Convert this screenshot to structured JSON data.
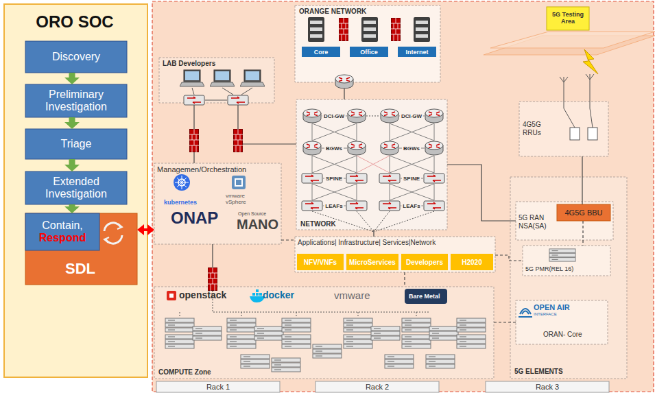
{
  "diagram": {
    "nodes": [
      {
        "text": [
          "ORO SOC"
        ]
      },
      {
        "text": [
          "Discovery"
        ],
        "in": 0
      },
      {
        "text": [
          "Preliminary Investigation"
        ],
        "in": 0
      },
      {
        "text": [
          "Triage"
        ],
        "in": 0
      },
      {
        "text": [
          "Extended Investigation"
        ],
        "in": 0
      },
      {
        "text": [
          "SDL"
        ],
        "in": 0
      },
      {
        "text": [
          "Contain,",
          "Respond"
        ],
        "in": 5
      },
      {
        "text": [
          "ORANGE NETWORK"
        ]
      },
      {
        "text": [
          "Core"
        ],
        "in": 7
      },
      {
        "text": [
          "Office"
        ],
        "in": 7
      },
      {
        "text": [
          "Internet"
        ],
        "in": 7
      },
      {
        "text": [
          "LAB Developers"
        ]
      },
      {
        "text": [
          "Managemen/Orchestration",
          "kubernetes",
          "vmware vSphere",
          "ONAP",
          "Open Source",
          "MANO"
        ]
      },
      {
        "text": [
          "NETWORK"
        ]
      },
      {
        "text": [
          "Applications| Infrastructure| Services|Network"
        ]
      },
      {
        "text": [
          "NFV/VNFs"
        ],
        "in": 14
      },
      {
        "text": [
          "MicroServices"
        ],
        "in": 14
      },
      {
        "text": [
          "Developers"
        ],
        "in": 14
      },
      {
        "text": [
          "H2020"
        ],
        "in": 14
      },
      {
        "text": [
          "COMPUTE Zone",
          "openstack",
          "docker",
          "vmware",
          "Bare Metal"
        ]
      },
      {
        "text": [
          "5G Testing Area"
        ]
      },
      {
        "text": [
          "4G5G RRUs"
        ]
      },
      {
        "text": [
          "5G ELEMENTS"
        ]
      },
      {
        "text": [
          "5G RAN NSA(SA)"
        ],
        "in": 22
      },
      {
        "text": [
          "4G5G BBU"
        ],
        "in": 23
      },
      {
        "text": [
          "5G PMR(REL 16)"
        ],
        "in": 22
      },
      {
        "text": [
          "OPEN AIR",
          "INTERFACE",
          "ORAN- Core"
        ],
        "in": 22
      },
      {
        "text": [
          "Rack 1"
        ]
      },
      {
        "text": [
          "Rack 2"
        ]
      },
      {
        "text": [
          "Rack 3"
        ]
      }
    ],
    "edges": [
      {
        "from": 1,
        "to": 2,
        "arrow": "to"
      },
      {
        "from": 2,
        "to": 3,
        "arrow": "to"
      },
      {
        "from": 3,
        "to": 4,
        "arrow": "to"
      },
      {
        "from": 4,
        "to": 6,
        "arrow": "to"
      },
      {
        "from": 5,
        "to": 12,
        "arrow": "both"
      },
      {
        "from": 11,
        "to": 12,
        "arrow": "none"
      },
      {
        "from": 11,
        "to": 13,
        "arrow": "none"
      },
      {
        "from": 7,
        "to": 13,
        "arrow": "none"
      },
      {
        "from": 13,
        "to": 14,
        "arrow": "none"
      },
      {
        "from": 12,
        "to": 14,
        "arrow": "none"
      },
      {
        "from": 12,
        "to": 19,
        "arrow": "none"
      },
      {
        "from": 14,
        "to": 19,
        "arrow": "none"
      },
      {
        "from": 13,
        "to": 23,
        "arrow": "none"
      },
      {
        "from": 21,
        "to": 24,
        "arrow": "none"
      },
      {
        "from": 24,
        "to": 25,
        "arrow": "none"
      },
      {
        "from": 14,
        "to": 25,
        "arrow": "none"
      },
      {
        "from": 19,
        "to": 26,
        "arrow": "none"
      }
    ],
    "labels": [
      "DCI-GW",
      "DCI-GW",
      "BGWs",
      "BGWs",
      "SPINE",
      "SPINE",
      "LEAFs",
      "LEAFs"
    ]
  }
}
